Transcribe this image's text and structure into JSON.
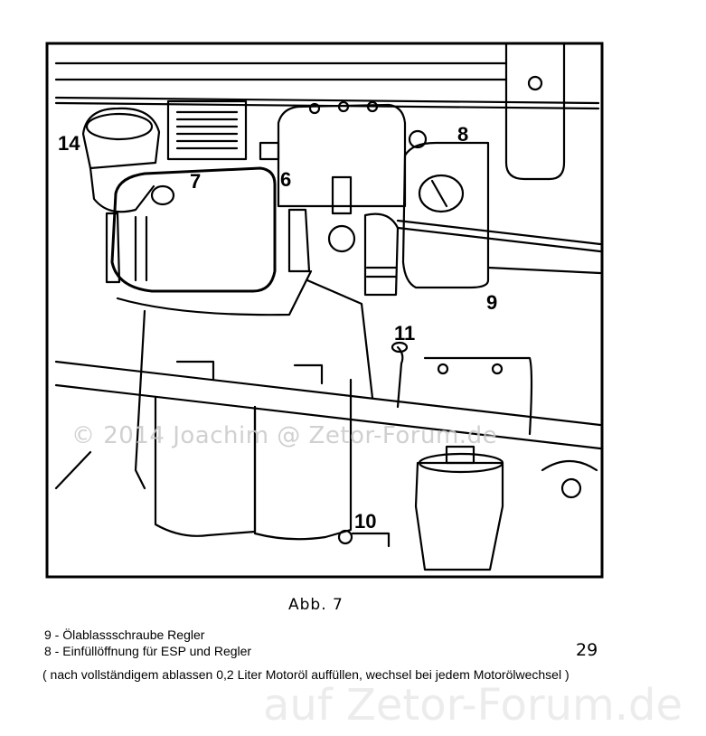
{
  "figure": {
    "callouts": [
      "14",
      "7",
      "6",
      "8",
      "9",
      "11",
      "10"
    ]
  },
  "caption": "Abb. 7",
  "legend": [
    "9 - Ölablassschraube Regler",
    "8 - Einfüllöffnung für ESP und Regler"
  ],
  "note": "( nach vollständigem ablassen 0,2 Liter Motoröl auffüllen, wechsel bei jedem Motorölwechsel )",
  "page_number": "29",
  "watermarks": {
    "overlay": "© 2014 Joachim @ Zetor-Forum.de",
    "footer": "auf Zetor-Forum.de"
  }
}
